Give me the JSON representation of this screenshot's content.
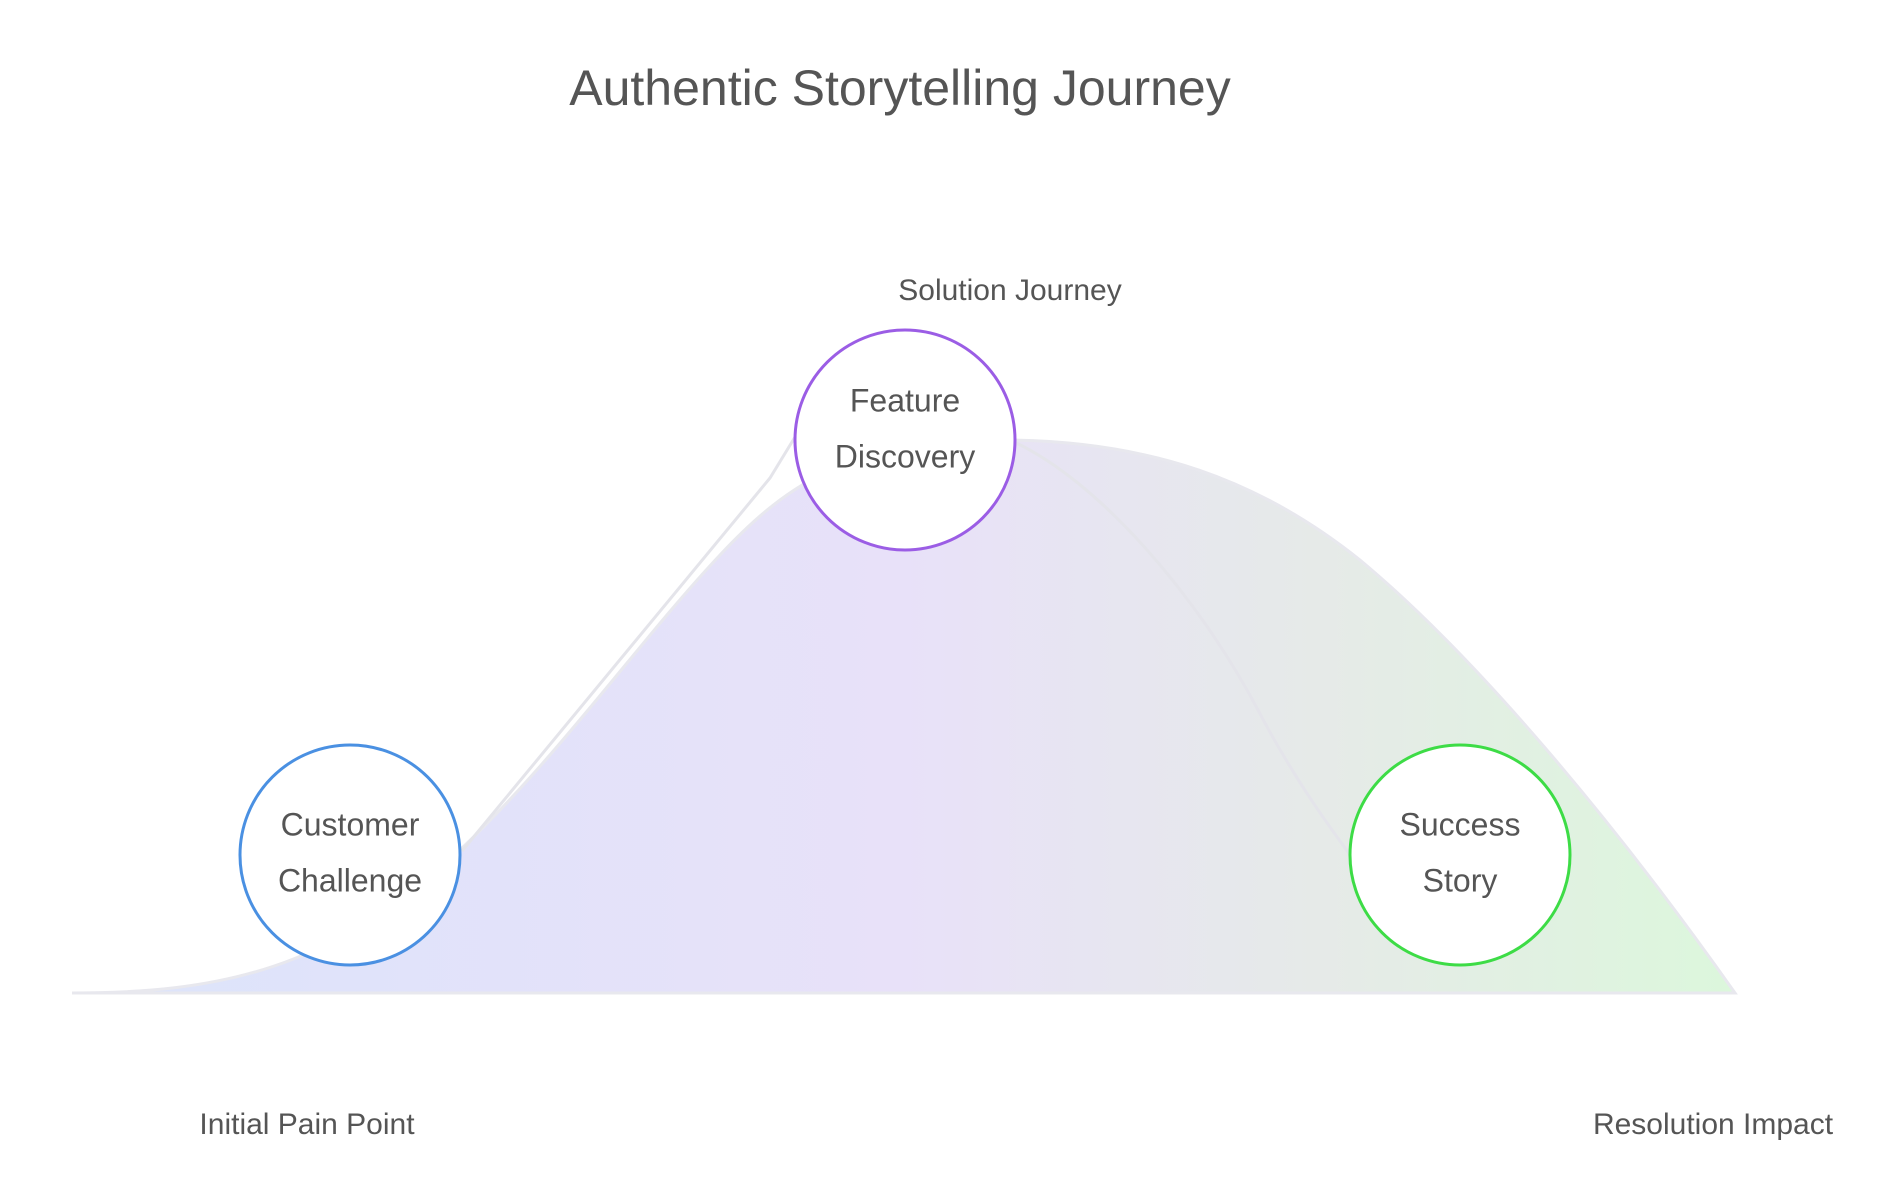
{
  "title": "Authentic Storytelling Journey",
  "stage_labels": {
    "start": "Initial Pain Point",
    "peak": "Solution Journey",
    "end": "Resolution Impact"
  },
  "nodes": [
    {
      "id": "customer-challenge",
      "line1": "Customer",
      "line2": "Challenge",
      "stroke": "#4a90e2"
    },
    {
      "id": "feature-discovery",
      "line1": "Feature",
      "line2": "Discovery",
      "stroke": "#9b5de5"
    },
    {
      "id": "success-story",
      "line1": "Success",
      "line2": "Story",
      "stroke": "#3ddc46"
    }
  ],
  "colors": {
    "gradient_start": "#dce4fa",
    "gradient_mid": "#e8e1f9",
    "gradient_late": "#e6eae8",
    "gradient_end": "#dcf7dc",
    "curve_stroke": "#e8e8ee",
    "text": "#555555"
  }
}
